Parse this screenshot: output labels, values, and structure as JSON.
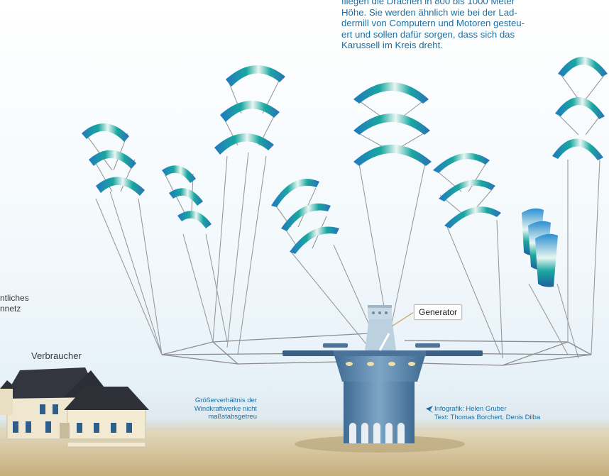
{
  "intro_text": [
    "fliegen die Drachen in 800 bis 1000 Meter",
    "Höhe. Sie werden ähnlich wie bei der Lad-",
    "dermill von Computern und Motoren gesteu-",
    "ert und sollen dafür sorgen, dass sich das",
    "Karussell im Kreis dreht."
  ],
  "labels": {
    "generator": "Generator",
    "consumer": "Verbraucher",
    "left_fragment_1": "ntliches",
    "left_fragment_2": "nnetz"
  },
  "scale_note": [
    "Größerverhältnis der",
    "Windkraftwerke nicht",
    "maßstabsgetreu"
  ],
  "credits": [
    "Infografik: Helen Gruber",
    "Text: Thomas Borchert, Denis Dilba"
  ],
  "colors": {
    "kite_teal": "#1aa7a0",
    "kite_blue": "#2079bf",
    "kite_white": "#f2f8f6",
    "text_blue": "#1c6fa3",
    "tower_blue": "#5f88ad",
    "ground": "#cdb98c"
  },
  "icons": {
    "credit_mark": "airplane-icon"
  }
}
